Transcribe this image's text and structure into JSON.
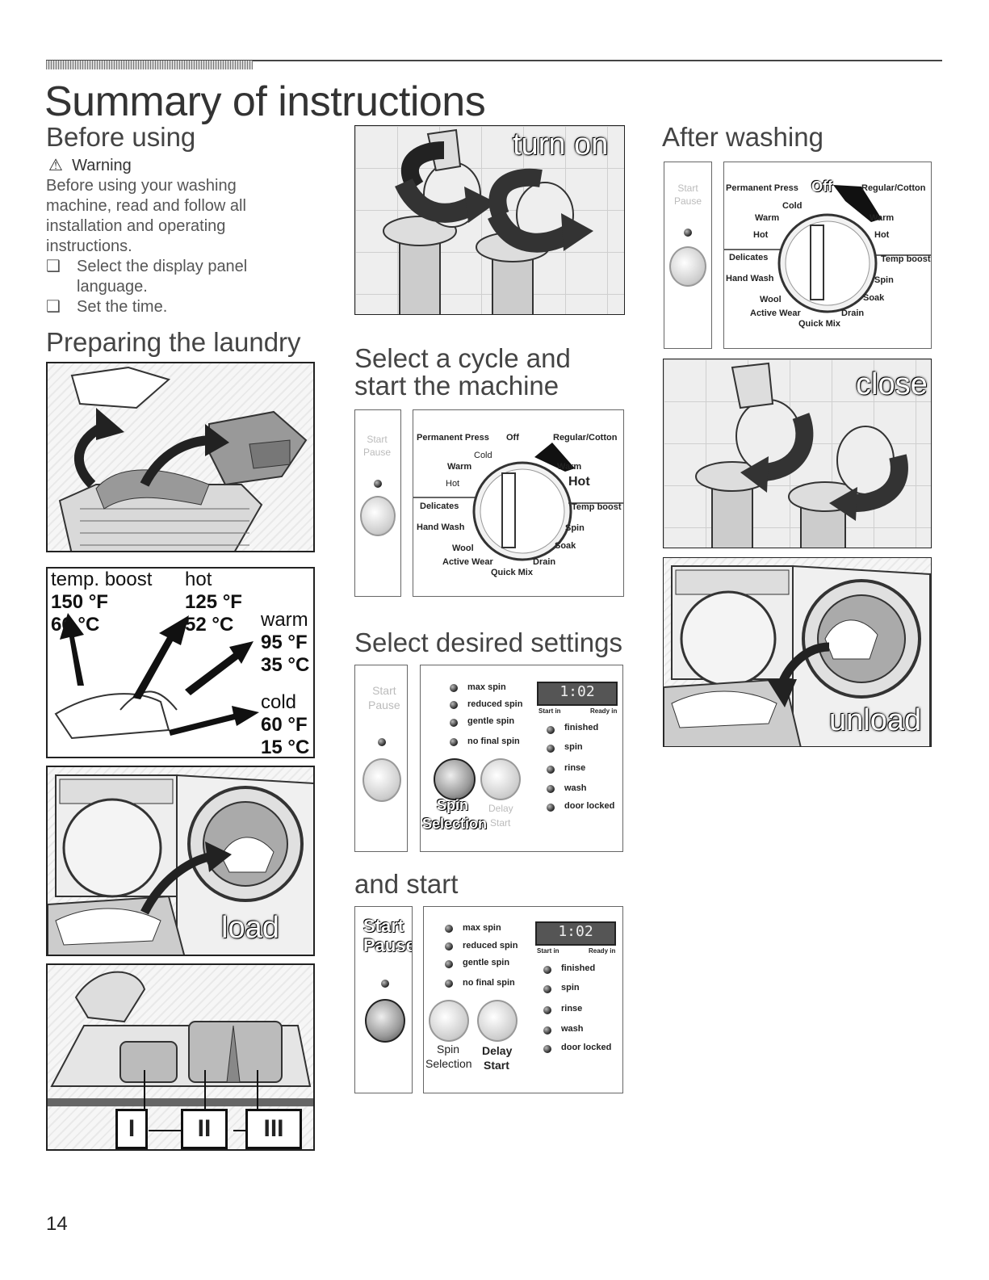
{
  "page": {
    "title": "Summary of instructions",
    "page_number": "14"
  },
  "before_using": {
    "heading": "Before using",
    "warning_label": "Warning",
    "warning_lines": [
      "Before using your washing",
      "machine, read and follow all",
      "installation and operating",
      "instructions."
    ],
    "checklist": [
      {
        "lines": [
          "Select the display panel",
          "language."
        ]
      },
      {
        "lines": [
          "Set the time."
        ]
      }
    ]
  },
  "preparing": {
    "heading": "Preparing the laundry",
    "temps": {
      "temp_boost": {
        "label": "temp. boost",
        "f": "150 °F",
        "c": "66 °C"
      },
      "hot": {
        "label": "hot",
        "f": "125 °F",
        "c": "52 °C"
      },
      "warm": {
        "label": "warm",
        "f": "95 °F",
        "c": "35 °C"
      },
      "cold": {
        "label": "cold",
        "f": "60 °F",
        "c": "15 °C"
      }
    },
    "load_label": "load",
    "compartments": [
      "I",
      "II",
      "III"
    ]
  },
  "center": {
    "turn_on_label": "turn on",
    "select_cycle_heading": [
      "Select a cycle and",
      "start the machine"
    ],
    "select_settings_heading": "Select desired settings",
    "and_start_heading": "and start"
  },
  "after": {
    "heading": "After washing",
    "close_label": "close",
    "unload_label": "unload"
  },
  "panel": {
    "start": "Start",
    "pause": "Pause",
    "dial": {
      "permanent_press": "Permanent Press",
      "off": "Off",
      "regular_cotton": "Regular/Cotton",
      "cold": "Cold",
      "warm": "Warm",
      "warm_right": "Warm",
      "hot": "Hot",
      "hot_right": "Hot",
      "delicates": "Delicates",
      "temp_boost": "Temp boost",
      "hand_wash": "Hand Wash",
      "spin": "Spin",
      "wool": "Wool",
      "soak": "Soak",
      "active_wear": "Active Wear",
      "drain": "Drain",
      "quick_mix": "Quick Mix"
    },
    "spin_options": [
      "max spin",
      "reduced spin",
      "gentle spin",
      "no final spin"
    ],
    "status": [
      "finished",
      "spin",
      "rinse",
      "wash",
      "door locked"
    ],
    "display": "1:02",
    "start_in": "Start in",
    "ready_in": "Ready in",
    "spin_label": "Spin",
    "selection_label": "Selection",
    "delay_label": "Delay",
    "start_label2": "Start"
  }
}
